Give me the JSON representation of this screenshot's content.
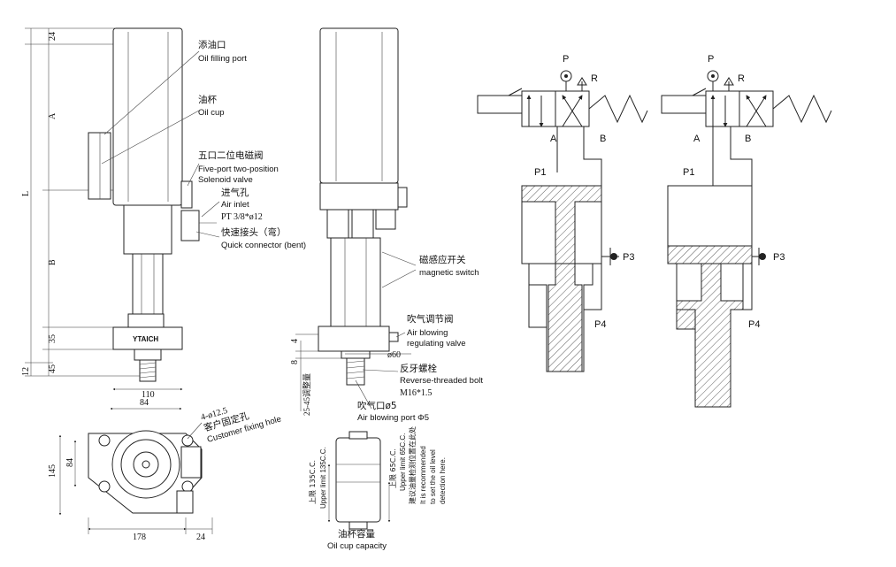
{
  "front_view": {
    "dims": {
      "top": "24",
      "a": "A",
      "l": "L",
      "b": "B",
      "d35": "35",
      "d45": "45",
      "d12": "12",
      "width": "110"
    },
    "brand": "YTAICH",
    "callouts": {
      "oil_filling_cn": "添油口",
      "oil_filling_en": "Oil filling port",
      "oil_cup_cn": "油杯",
      "oil_cup_en": "Oil cup",
      "valve_cn": "五口二位电磁阀",
      "valve_en1": "Five-port two-position",
      "valve_en2": "Solenoid valve",
      "air_inlet_cn": "进气孔",
      "air_inlet_en": "Air inlet",
      "air_inlet_spec": "PT 3/8*ø12",
      "connector_cn": "快速接头（弯）",
      "connector_en": "Quick connector (bent)"
    }
  },
  "side_view": {
    "callouts": {
      "switch_cn": "磁感应开关",
      "switch_en": "magnetic switch",
      "blow_cn": "吹气调节阀",
      "blow_en1": "Air blowing",
      "blow_en2": "regulating valve",
      "bolt_cn": "反牙螺栓",
      "bolt_en": "Reverse-threaded bolt",
      "bolt_spec": "M16*1.5",
      "port_cn": "吹气口ø5",
      "port_en": "Air blowing port Φ5"
    },
    "dims": {
      "d4": "4",
      "d8": "8",
      "dia60": "ø60",
      "adj": "25-45调整量"
    }
  },
  "top_view": {
    "dims": {
      "w84": "84",
      "h145": "145",
      "h84": "84",
      "w178": "178",
      "w24": "24"
    },
    "callouts": {
      "hole_spec": "4-ø12.5",
      "hole_cn": "客户固定孔",
      "hole_en": "Customer fixing hole"
    }
  },
  "oil_cup_detail": {
    "lower_cn": "上限 135C.C.",
    "lower_en": "Upper limit 135C.C.",
    "upper_cn": "上限 65C.C.",
    "upper_en": "Upper limit 65C.C.",
    "note_cn": "建议油量检测位置在此处",
    "note_en1": "It is recommended",
    "note_en2": "to set the oil level",
    "note_en3": "detection here.",
    "caption_cn": "油杯容量",
    "caption_en": "Oil cup capacity"
  },
  "schematic": {
    "ports": {
      "p": "P",
      "r": "R",
      "a": "A",
      "b": "B",
      "p1": "P1",
      "p3": "P3",
      "p4": "P4"
    }
  }
}
